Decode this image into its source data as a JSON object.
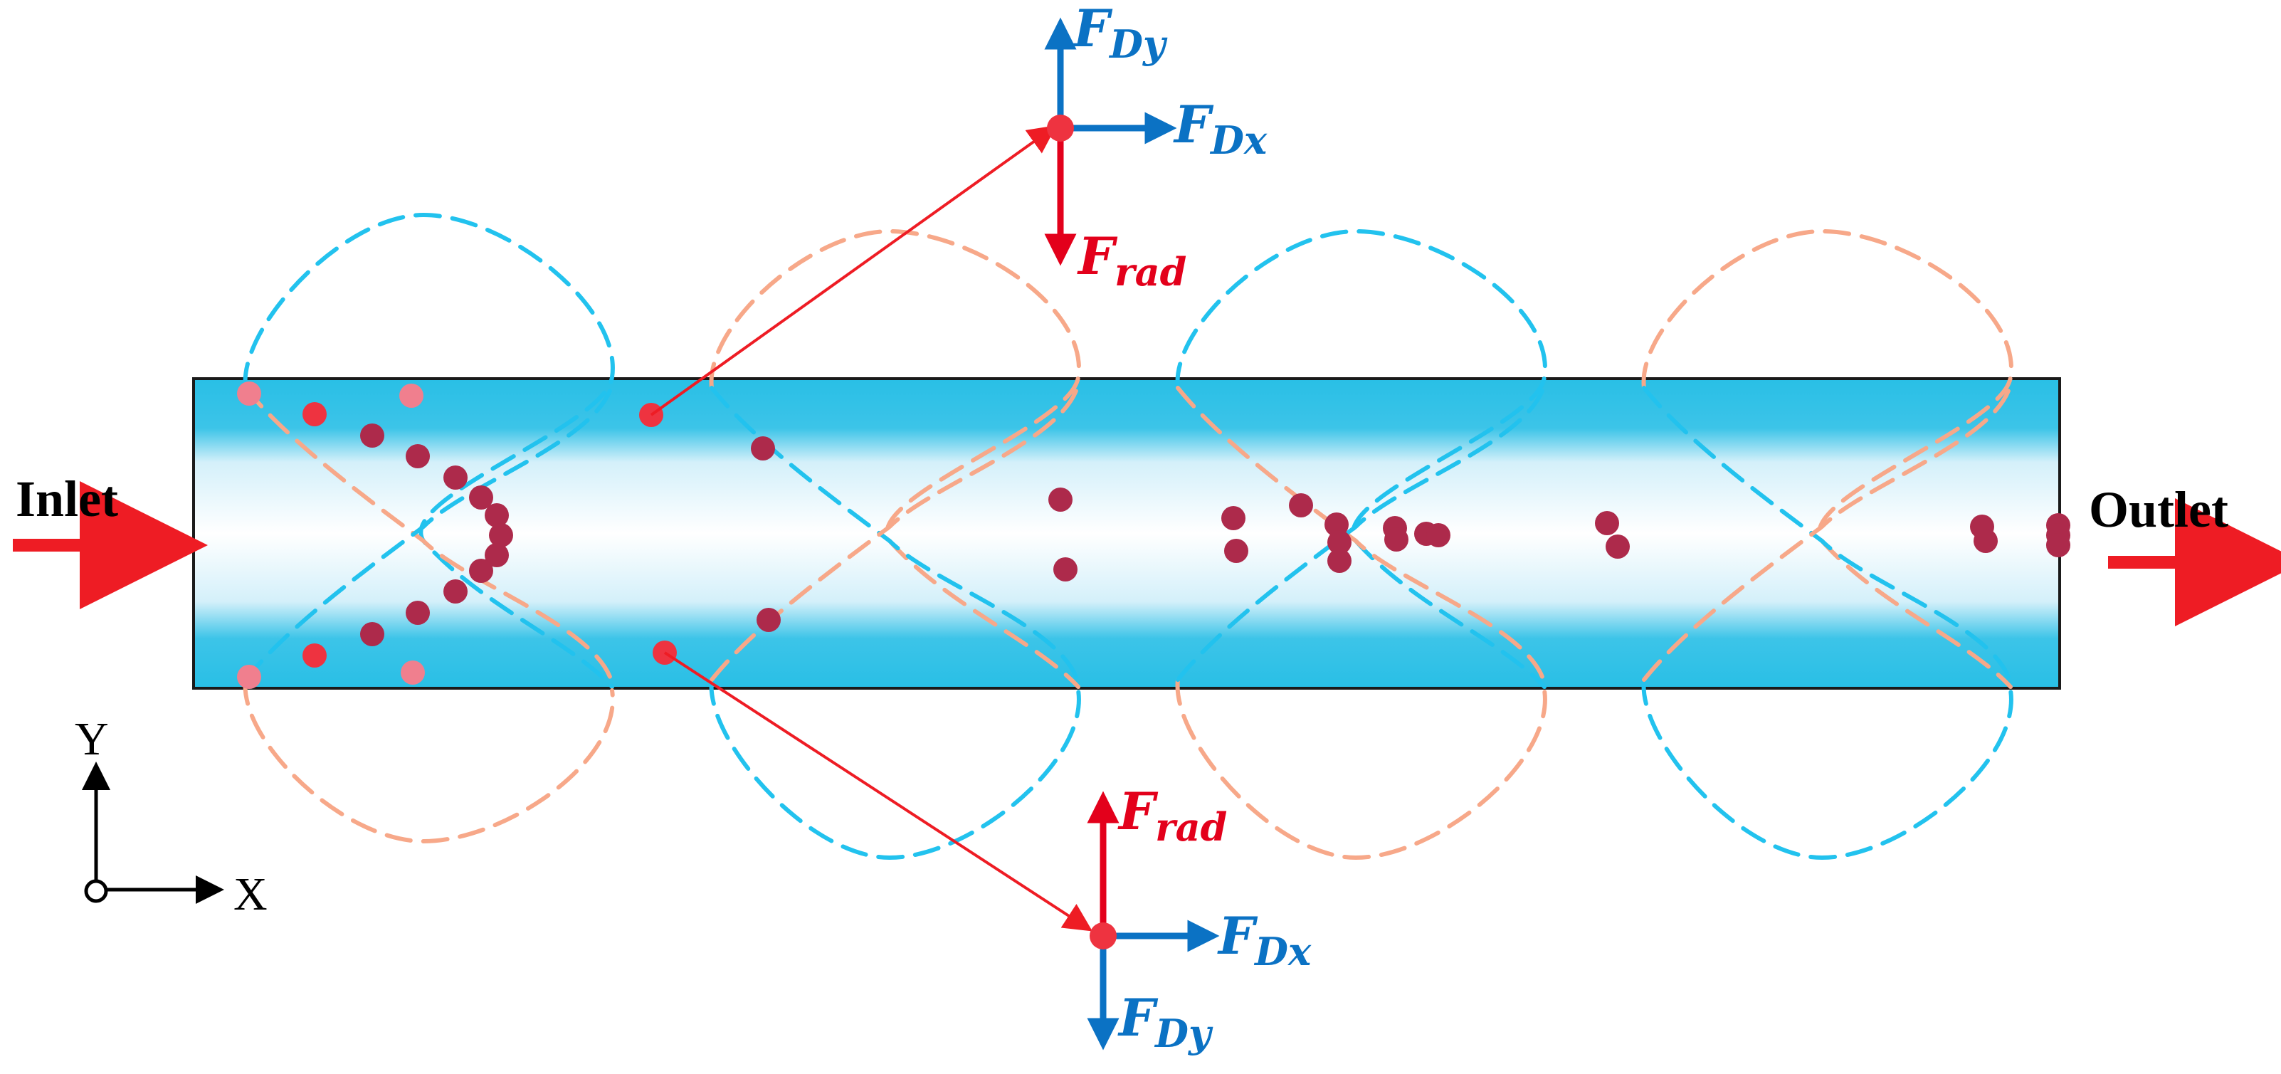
{
  "labels": {
    "inlet": "Inlet",
    "outlet": "Outlet",
    "axis_x": "X",
    "axis_y": "Y"
  },
  "forces": {
    "top": {
      "dy": {
        "main": "F",
        "sub": "Dy"
      },
      "dx": {
        "main": "F",
        "sub": "Dx"
      },
      "rad": {
        "main": "F",
        "sub": "rad"
      }
    },
    "bottom": {
      "rad": {
        "main": "F",
        "sub": "rad"
      },
      "dx": {
        "main": "F",
        "sub": "Dx"
      },
      "dy": {
        "main": "F",
        "sub": "Dy"
      }
    }
  },
  "colors": {
    "channel_edge": "#29bfe6",
    "channel_center": "#ffffff",
    "wave_orange": "#f7a889",
    "wave_cyan": "#22c2ee",
    "particle": "#ad2a4b",
    "particle_light": "#f07f8e",
    "particle_red": "#ee3340",
    "red_arrow": "#ee1c24",
    "blue_arrow": "#0b72c4",
    "force_red": "#e3001b",
    "force_blue": "#0b72c4"
  }
}
